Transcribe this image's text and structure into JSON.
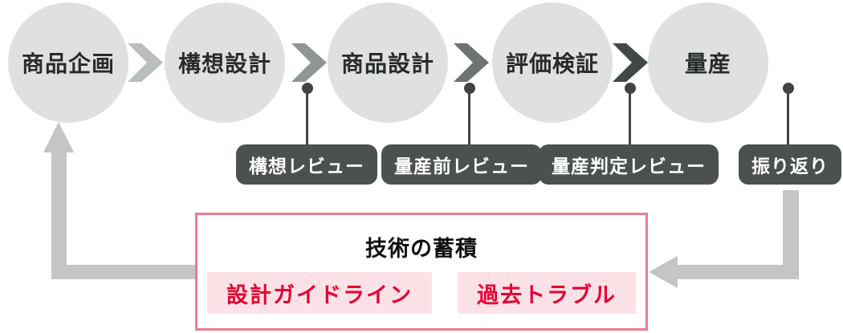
{
  "process": {
    "steps": [
      {
        "label": "商品企画"
      },
      {
        "label": "構想設計"
      },
      {
        "label": "商品設計"
      },
      {
        "label": "評価検証"
      },
      {
        "label": "量産"
      }
    ]
  },
  "reviews": [
    {
      "label": "構想レビュー"
    },
    {
      "label": "量産前レビュー"
    },
    {
      "label": "量産判定レビュー"
    },
    {
      "label": "振り返り"
    }
  ],
  "knowledge_box": {
    "title": "技術の蓄積",
    "items": [
      "設計ガイドライン",
      "過去トラブル"
    ]
  },
  "colors": {
    "circle_fill": "#dfe1e0",
    "step_text": "#272c2b",
    "chevron_colors": [
      "#b9bdbb",
      "#8f9693",
      "#6c7370",
      "#414946"
    ],
    "review_pill_bg": "#4a514e",
    "review_pill_text": "#ffffff",
    "connector": "#3e4543",
    "feedback_arrow": "#c3c6c5",
    "box_border": "#ee7b90",
    "accent_red": "#e60033",
    "chip_bg": "#fce2e7"
  }
}
